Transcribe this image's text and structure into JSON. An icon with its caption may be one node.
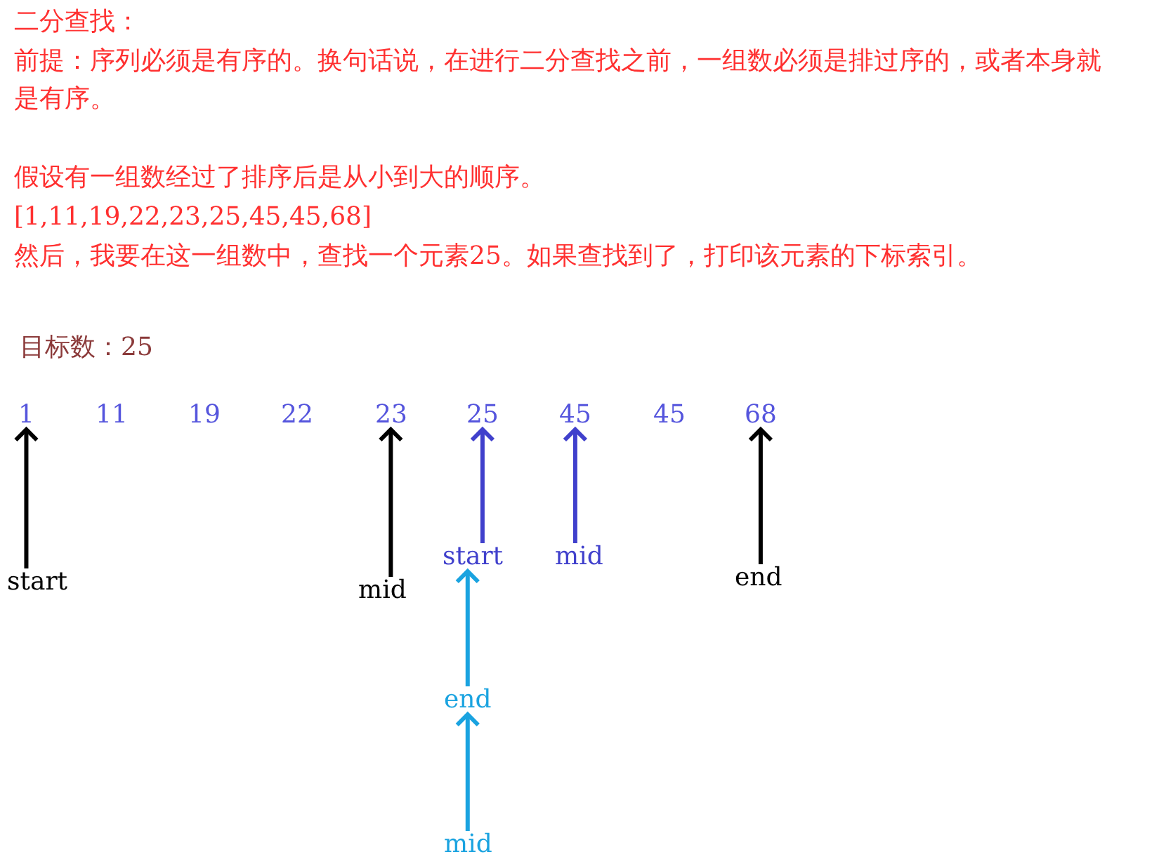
{
  "diagram": {
    "title": "二分查找：",
    "nodes": [
      {
        "text": [
          "1"
        ]
      },
      {
        "text": [
          "11"
        ]
      },
      {
        "text": [
          "19"
        ]
      },
      {
        "text": [
          "22"
        ]
      },
      {
        "text": [
          "23"
        ]
      },
      {
        "text": [
          "25"
        ]
      },
      {
        "text": [
          "45"
        ]
      },
      {
        "text": [
          "45"
        ]
      },
      {
        "text": [
          "68"
        ]
      },
      {
        "text": [
          "start"
        ]
      },
      {
        "text": [
          "mid"
        ]
      },
      {
        "text": [
          "end"
        ]
      },
      {
        "text": [
          "start"
        ]
      },
      {
        "text": [
          "mid"
        ]
      },
      {
        "text": [
          "end"
        ]
      },
      {
        "text": [
          "mid"
        ]
      }
    ],
    "edges": [
      {
        "from": 9,
        "to": 0,
        "arrow": "to"
      },
      {
        "from": 10,
        "to": 4,
        "arrow": "to"
      },
      {
        "from": 11,
        "to": 8,
        "arrow": "to"
      },
      {
        "from": 12,
        "to": 5,
        "arrow": "to",
        "color": "#4040cc"
      },
      {
        "from": 13,
        "to": 6,
        "arrow": "to",
        "color": "#4040cc"
      },
      {
        "from": 14,
        "to": 12,
        "arrow": "to",
        "color": "#1aa3e0"
      },
      {
        "from": 15,
        "to": 14,
        "arrow": "to",
        "color": "#1aa3e0"
      }
    ],
    "labels": [
      "前提：序列必须是有序的。换句话说，在进行二分查找之前，一组数必须是排过序的，或者本身就是有序。",
      "假设有一组数经过了排序后是从小到大的顺序。",
      "[1,11,19,22,23,25,45,45,68]",
      "然后，我要在这一组数中，查找一个元素25。如果查找到了，打印该元素的下标索引。",
      "目标数：25"
    ]
  }
}
